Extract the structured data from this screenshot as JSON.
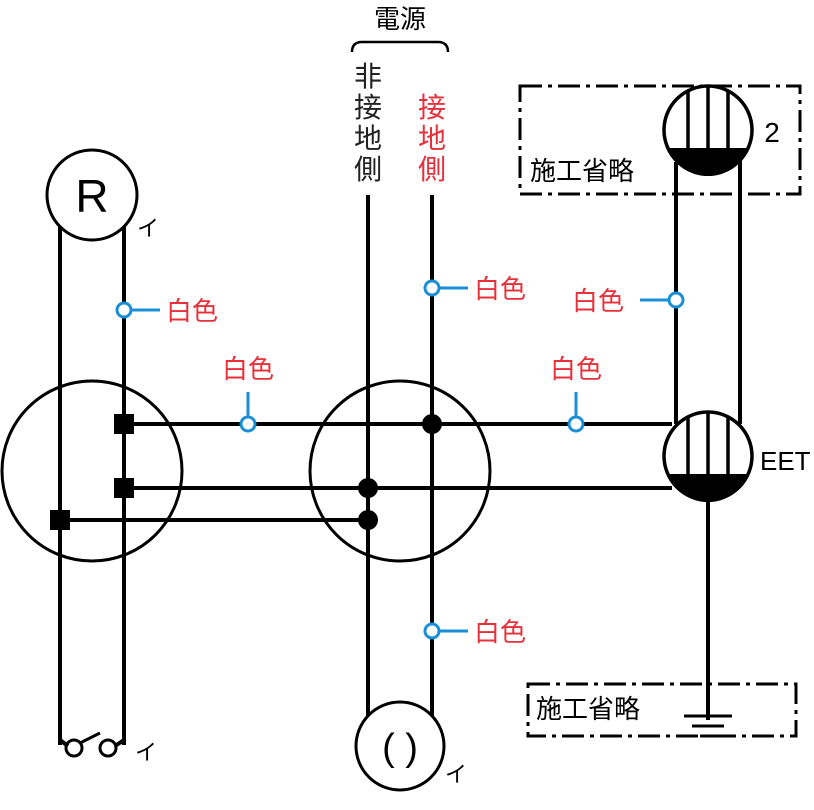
{
  "power_source": {
    "title": "電源",
    "non_grounded_label": [
      "非",
      "接",
      "地",
      "側"
    ],
    "grounded_label": [
      "接",
      "地",
      "側"
    ]
  },
  "components": {
    "lamp_r": {
      "symbol": "R",
      "switch_mark": "イ"
    },
    "switch_mark": "イ",
    "receptacle": {
      "symbol": "( )",
      "switch_mark": "イ"
    },
    "outlet_top": {
      "count_label": "2"
    },
    "outlet_eet": {
      "label": "EET"
    }
  },
  "annotations": {
    "omitted_top": "施工省略",
    "omitted_bottom": "施工省略",
    "white_wire": "白色"
  },
  "colors": {
    "line": "#000000",
    "accent_text": "#e8303a",
    "marker": "#1a8fd8"
  }
}
